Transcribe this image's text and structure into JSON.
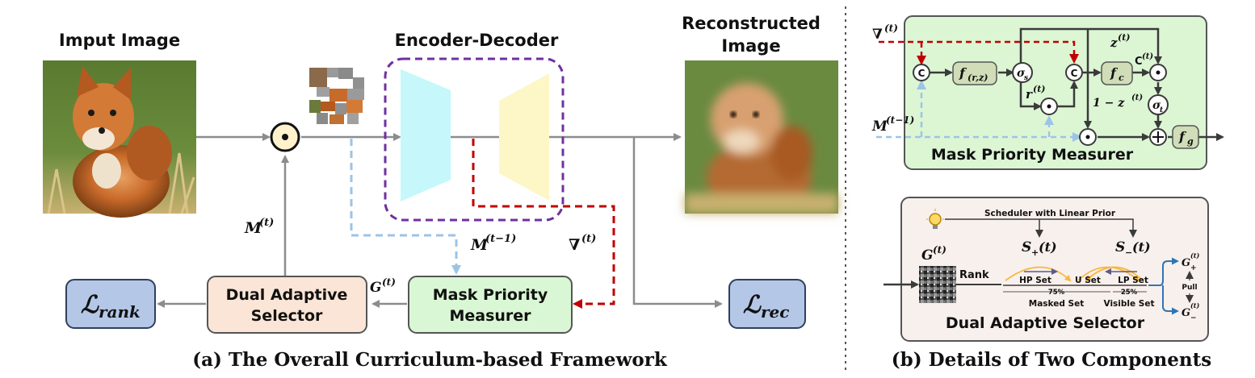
{
  "panel_a": {
    "input_title": "Imput Image",
    "encdec_title": "Encoder-Decoder",
    "recon_title_line1": "Reconstructed",
    "recon_title_line2": "Image",
    "mask_label": "M",
    "mask_sup": "(t)",
    "mask_prev_label": "M",
    "mask_prev_sup": "(t−1)",
    "grad_label": "∇",
    "grad_sup": "(t)",
    "g_label": "G",
    "g_sup": "(t)",
    "loss_rank_script": "ℒ",
    "loss_rank_sub": "rank",
    "loss_rec_script": "ℒ",
    "loss_rec_sub": "rec",
    "das_line1": "Dual Adaptive",
    "das_line2": "Selector",
    "mpm_line1": "Mask Priority",
    "mpm_line2": "Measurer",
    "caption": "(a) The Overall Curriculum-based Framework"
  },
  "panel_b": {
    "mpm": {
      "title": "Mask Priority Measurer",
      "grad_label": "∇",
      "grad_sup": "(t)",
      "mask_label": "M",
      "mask_sup": "(t−1)",
      "concat_symbol": "C",
      "f_rz": "f",
      "f_rz_sub": "(r,z)",
      "sigma_s": "σ",
      "sigma_s_sub": "s",
      "r_label": "r",
      "r_sup": "(t)",
      "z_label": "z",
      "z_sup": "(t)",
      "f_c": "f",
      "f_c_sub": "c",
      "c_label": "C",
      "c_sup": "(t)",
      "one_minus_z": "1 − z",
      "one_minus_z_sup": "(t)",
      "sigma_t": "σ",
      "sigma_t_sub": "t",
      "f_g": "f",
      "f_g_sub": "g",
      "dot_symbol": "·",
      "plus_symbol": "+"
    },
    "das": {
      "title": "Dual Adaptive Selector",
      "scheduler": "Scheduler with Linear Prior",
      "s_plus": "S",
      "s_plus_sub": "+",
      "s_plus_arg": "(t)",
      "s_minus": "S",
      "s_minus_sub": "−",
      "s_minus_arg": "(t)",
      "g_label": "G",
      "g_sup": "(t)",
      "rank": "Rank",
      "hp_set": "HP Set",
      "u_set": "U Set",
      "lp_set": "LP Set",
      "pct_75": "75%",
      "pct_25": "25%",
      "masked_set": "Masked Set",
      "visible_set": "Visible Set",
      "pull": "Pull",
      "g_plus": "G",
      "g_plus_sub": "+",
      "g_plus_sup": "(t)",
      "g_minus": "G",
      "g_minus_sub": "−",
      "g_minus_sup": "(t)"
    },
    "caption": "(b) Details of Two Components"
  },
  "colors": {
    "arrow_gray": "#8c8c8c",
    "dark_arrow": "#3a3a3a",
    "red_dashed": "#c00000",
    "blue_dashed": "#9dc3e6",
    "purple_dashed": "#7030a0",
    "encoder_cyan": "#c5f7fb",
    "decoder_yellow": "#fdf7c8",
    "loss_blue": "#b4c7e7",
    "das_peach": "#fbe5d6",
    "mpm_green": "#d9f7d4",
    "mpm_panel_green": "#dcf6d4",
    "das_panel": "#f8f0ec",
    "module_box": "#d0ddb8",
    "orange_arc": "#f5b841",
    "blue_arrow": "#2e75b6"
  }
}
